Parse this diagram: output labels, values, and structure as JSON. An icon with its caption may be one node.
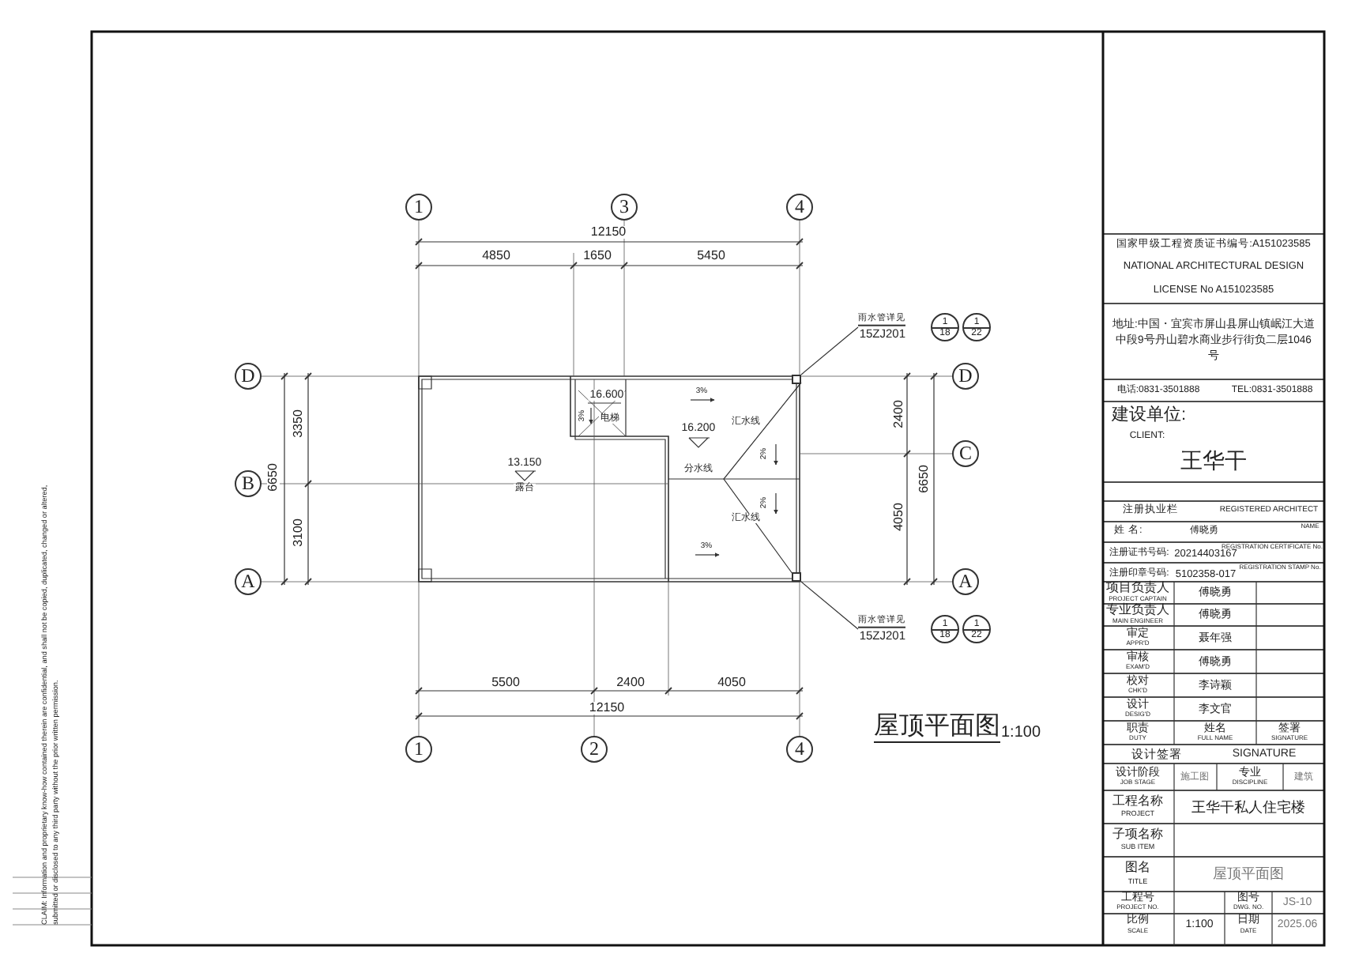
{
  "diagram": {
    "title": "屋顶平面图",
    "nodes": [
      {
        "text": [
          "1"
        ]
      },
      {
        "text": [
          "3"
        ]
      },
      {
        "text": [
          "4"
        ]
      },
      {
        "text": [
          "雨水管详见",
          "15ZJ201"
        ]
      },
      {
        "text": [
          "1",
          "18"
        ]
      },
      {
        "text": [
          "1",
          "22"
        ]
      },
      {
        "text": [],
        "shape": "box"
      },
      {
        "text": [
          "D"
        ]
      },
      {
        "text": [
          "D"
        ]
      },
      {
        "text": [
          "C"
        ]
      },
      {
        "text": [
          "B"
        ]
      },
      {
        "text": [
          "A"
        ]
      },
      {
        "text": [
          "A"
        ]
      },
      {
        "text": [],
        "shape": "box"
      },
      {
        "text": [
          "雨水管详见",
          "15ZJ201"
        ]
      },
      {
        "text": [
          "1",
          "18"
        ]
      },
      {
        "text": [
          "1",
          "22"
        ]
      },
      {
        "text": [
          "1"
        ]
      },
      {
        "text": [
          "2"
        ]
      },
      {
        "text": [
          "4"
        ]
      }
    ],
    "edges": [
      {
        "from": 3,
        "to": 6,
        "arrow": "none"
      },
      {
        "from": 14,
        "to": 13,
        "arrow": "none"
      }
    ],
    "labels": [
      "12150",
      "4850",
      "1650",
      "5450",
      "3350",
      "6650",
      "3100",
      "2400",
      "6650",
      "4050",
      "16.600",
      "3%",
      "电梯",
      "3%",
      "16.200",
      "汇水线",
      "2%",
      "13.150",
      "露台",
      "分水线",
      "2%",
      "汇水线",
      "3%",
      "5500",
      "2400",
      "4050",
      "12150",
      "1:100",
      "国家甲级工程资质证书编号:A151023585",
      "NATIONAL ARCHITECTURAL DESIGN",
      "LICENSE No A151023585",
      "地址:中国・宜宾市屏山县屏山镇岷江大道中段9号丹山碧水商业步行街负二层1046号",
      "电话:0831-3501888",
      "TEL:0831-3501888",
      "建设单位:",
      "CLIENT:",
      "王华干",
      "注册执业栏",
      "REGISTERED ARCHITECT",
      "姓 名:",
      "傅晓勇",
      "NAME",
      "注册证书号码:",
      "20214403167",
      "REGISTRATION CERTIFICATE No.",
      "注册印章号码:",
      "5102358-017",
      "REGISTRATION STAMP No.",
      "项目负责人",
      "PROJECT CAPTAIN",
      "傅晓勇",
      "专业负责人",
      "MAIN ENGINEER",
      "傅晓勇",
      "审定",
      "APPR'D",
      "聂年强",
      "审核",
      "EXAM'D",
      "傅晓勇",
      "校对",
      "CHK'D",
      "李诗颖",
      "设计",
      "DESIG'D",
      "李文官",
      "职责",
      "DUTY",
      "姓名",
      "FULL NAME",
      "签署",
      "SIGNATURE",
      "设计签署",
      "SIGNATURE",
      "设计阶段",
      "JOB STAGE",
      "施工图",
      "专业",
      "DISCIPLINE",
      "建筑",
      "工程名称",
      "PROJECT",
      "王华干私人住宅楼",
      "子项名称",
      "SUB ITEM",
      "图名",
      "TITLE",
      "屋顶平面图",
      "工程号",
      "PROJECT NO.",
      "图号",
      "DWG. NO.",
      "JS-10",
      "比例",
      "SCALE",
      "1:100",
      "日期",
      "DATE",
      "2025.06",
      "CLAIM: Information and proprietary know-how contained therein are confidential, and shall not be copied, duplicated, changed or altered, submitted or disclosed to any third party without the prior written permission."
    ]
  }
}
